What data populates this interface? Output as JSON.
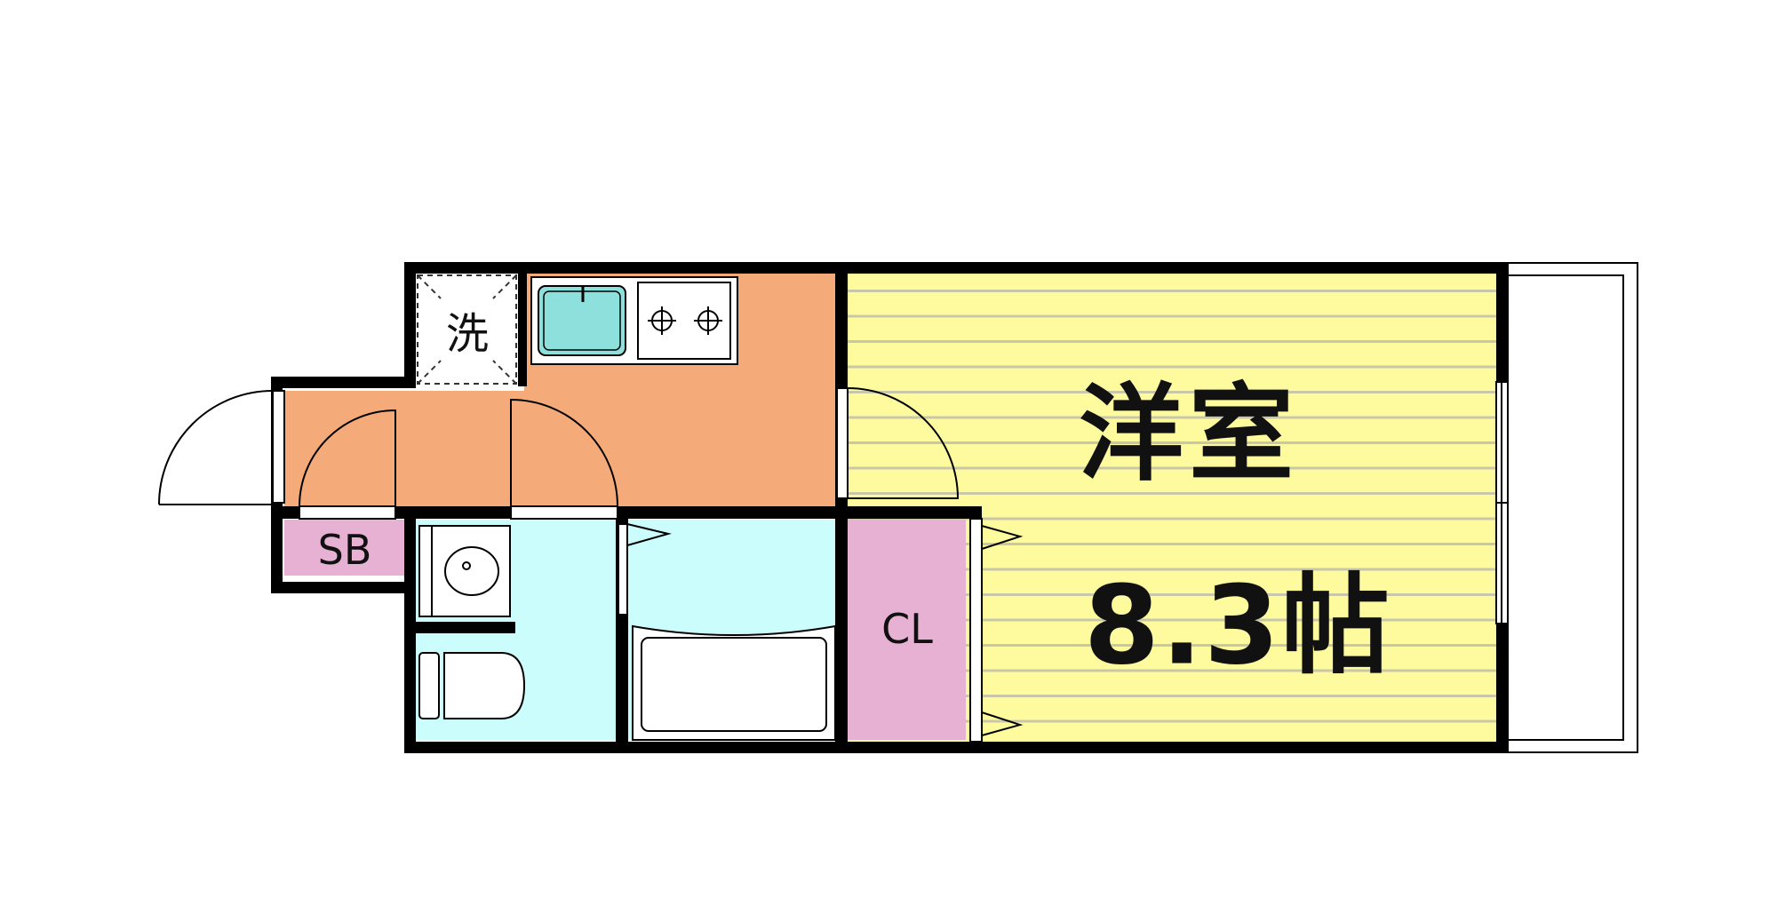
{
  "floorplan": {
    "rooms": {
      "western_room": {
        "name": "洋室",
        "size": "8.3帖"
      },
      "closet": {
        "label": "CL"
      },
      "shoe_box": {
        "label": "SB"
      },
      "washer_space": {
        "label": "洗"
      }
    },
    "colors": {
      "western_room": "#fdfb9e",
      "kitchen_entry": "#f5aa7a",
      "wet_area": "#ccfdfd",
      "closet": "#e6b1d2",
      "sink": "#8ee0dc",
      "wall": "#000000"
    }
  }
}
